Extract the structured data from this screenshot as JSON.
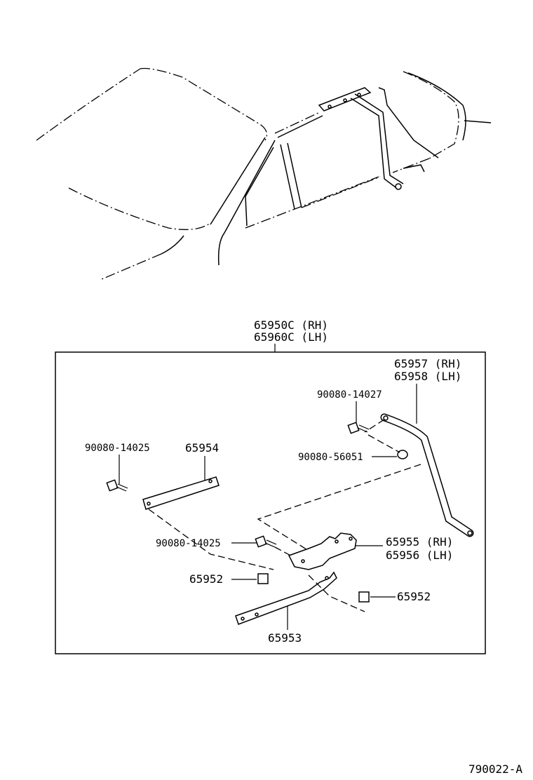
{
  "assembly": {
    "line1": "65950C (RH)",
    "line2": "65960C (LH)"
  },
  "labels": {
    "rod_rh": "65957 (RH)",
    "rod_lh": "65958 (LH)",
    "bolt_top": "90080-14027",
    "nut": "90080-56051",
    "bolt_left": "90080-14025",
    "plate": "65954",
    "bolt_mid": "90080-14025",
    "bracket_rh": "65955 (RH)",
    "bracket_lh": "65956 (LH)",
    "clip_left": "65952",
    "clip_right": "65952",
    "rail": "65953"
  },
  "figure_code": "790022-A"
}
